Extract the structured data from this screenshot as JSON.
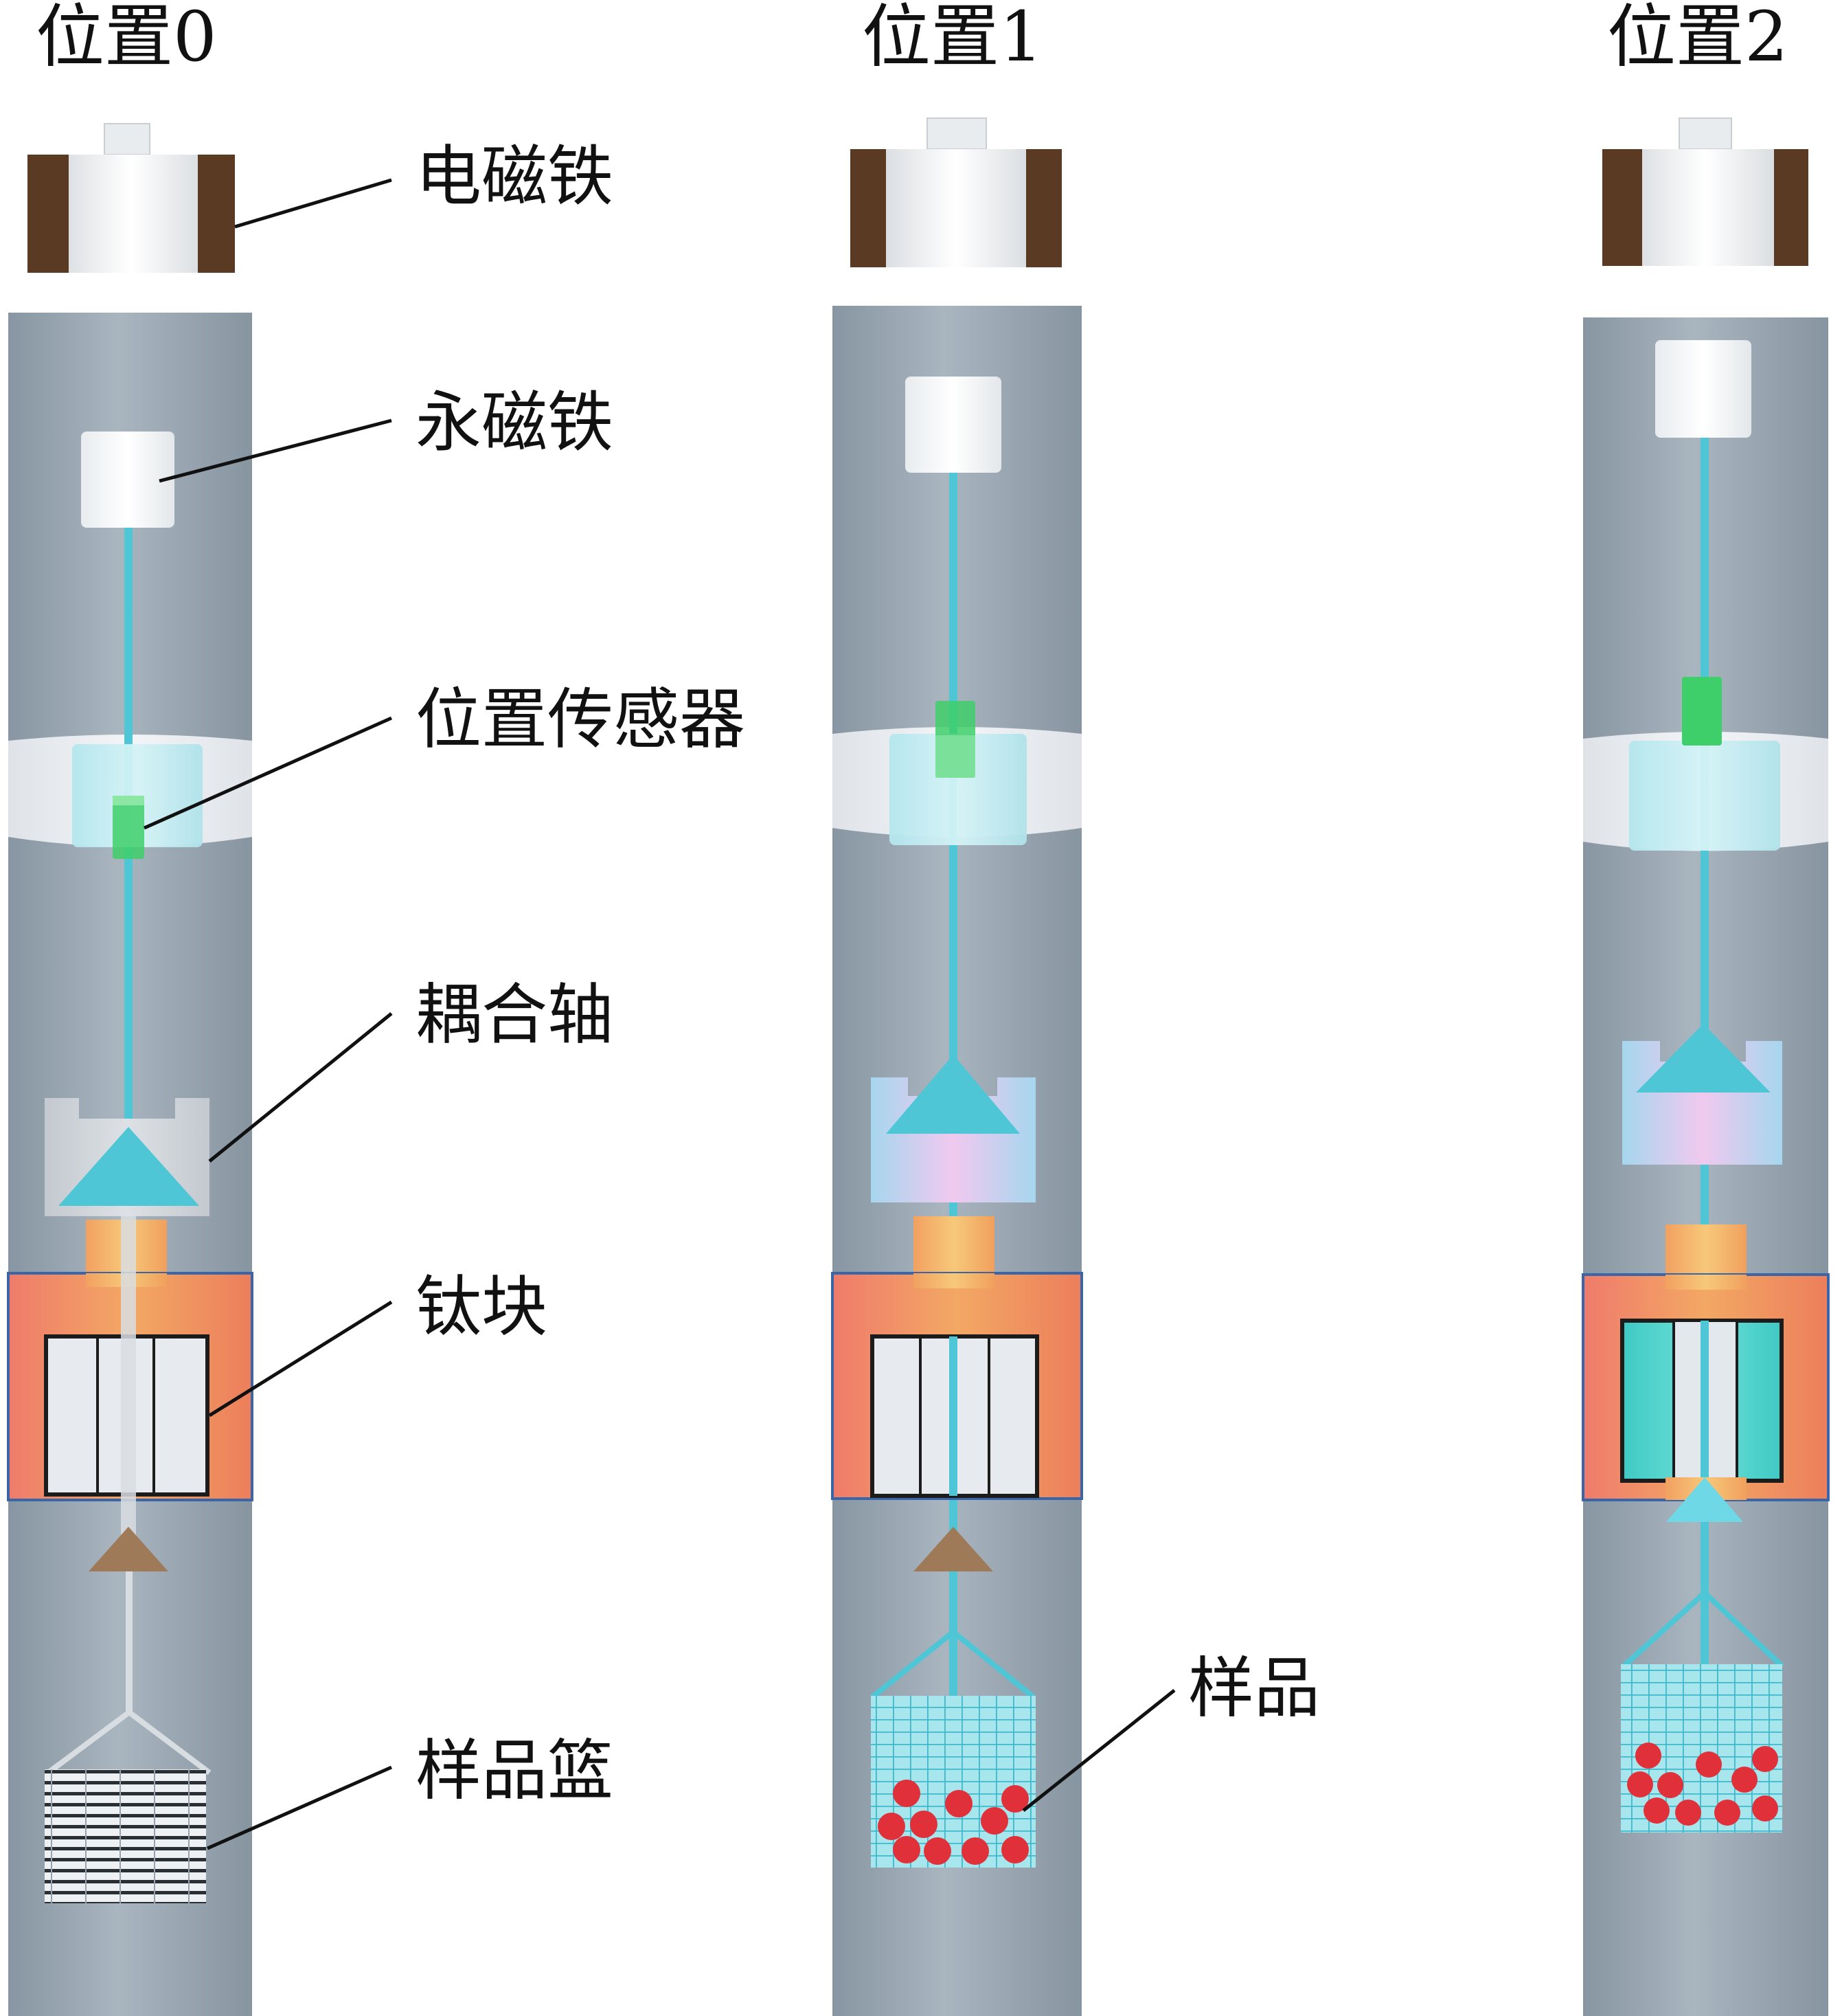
{
  "titles": {
    "position0": "位置0",
    "position1": "位置1",
    "position2": "位置2"
  },
  "labels": {
    "electromagnet": "电磁铁",
    "permanent_magnet": "永磁铁",
    "position_sensor": "位置传感器",
    "coupling_shaft": "耦合轴",
    "titanium_block": "钛块",
    "sample_basket": "样品篮",
    "sample": "样品"
  },
  "colors": {
    "tube": "#9aa7b2",
    "shaft": "#4ec6d6",
    "sensor": "#3fcf6a",
    "titanium": "#ee8a5f",
    "coil": "#5a3a22",
    "sample": "#e0303a",
    "cone": "#9e7a58"
  }
}
